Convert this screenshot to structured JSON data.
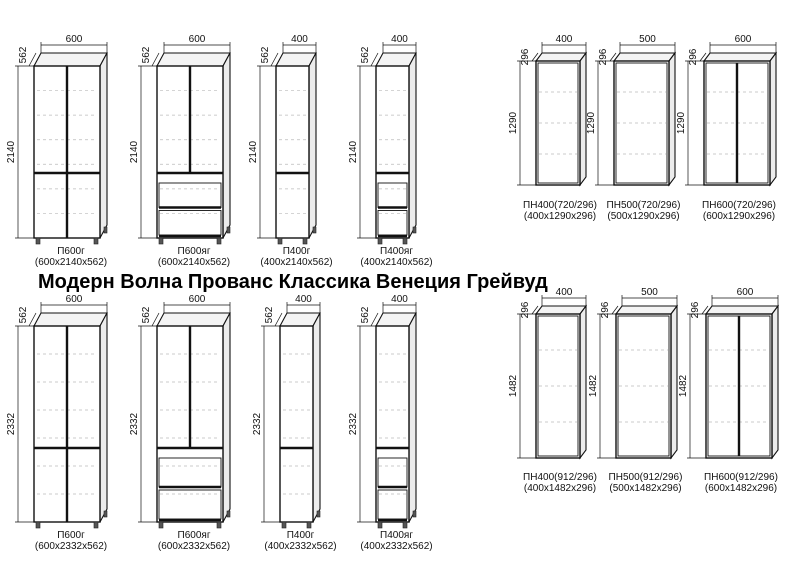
{
  "title": "Модерн Волна Прованс Классика Венеция Грейвуд",
  "tall_cabinets": [
    {
      "id": "p600g-2140",
      "name": "П600г",
      "size": "(600x2140x562)",
      "width": "600",
      "depth": "562",
      "height": "2140",
      "drawers": 0
    },
    {
      "id": "p600yag-2140",
      "name": "П600яг",
      "size": "(600x2140x562)",
      "width": "600",
      "depth": "562",
      "height": "2140",
      "drawers": 2
    },
    {
      "id": "p400g-2140",
      "name": "П400г",
      "size": "(400x2140x562)",
      "width": "400",
      "depth": "562",
      "height": "2140",
      "drawers": 0
    },
    {
      "id": "p400yag-2140",
      "name": "П400яг",
      "size": "(400x2140x562)",
      "width": "400",
      "depth": "562",
      "height": "2140",
      "drawers": 2
    },
    {
      "id": "p600g-2332",
      "name": "П600г",
      "size": "(600x2332x562)",
      "width": "600",
      "depth": "562",
      "height": "2332",
      "drawers": 0
    },
    {
      "id": "p600yag-2332",
      "name": "П600яг",
      "size": "(600x2332x562)",
      "width": "600",
      "depth": "562",
      "height": "2332",
      "drawers": 2
    },
    {
      "id": "p400g-2332",
      "name": "П400г",
      "size": "(400x2332x562)",
      "width": "400",
      "depth": "562",
      "height": "2332",
      "drawers": 0
    },
    {
      "id": "p400yag-2332",
      "name": "П400яг",
      "size": "(400x2332x562)",
      "width": "400",
      "depth": "562",
      "height": "2332",
      "drawers": 2
    }
  ],
  "wall_cabinets": [
    {
      "id": "pn400-720",
      "name": "ПН400(720/296)",
      "size": "(400x1290x296)",
      "width": "400",
      "depth": "296",
      "height": "1290",
      "doors": 1
    },
    {
      "id": "pn500-720",
      "name": "ПН500(720/296)",
      "size": "(500x1290x296)",
      "width": "500",
      "depth": "296",
      "height": "1290",
      "doors": 1
    },
    {
      "id": "pn600-720",
      "name": "ПН600(720/296)",
      "size": "(600x1290x296)",
      "width": "600",
      "depth": "296",
      "height": "1290",
      "doors": 2
    },
    {
      "id": "pn400-912",
      "name": "ПН400(912/296)",
      "size": "(400x1482x296)",
      "width": "400",
      "depth": "296",
      "height": "1482",
      "doors": 1
    },
    {
      "id": "pn500-912",
      "name": "ПН500(912/296)",
      "size": "(500x1482x296)",
      "width": "500",
      "depth": "296",
      "height": "1482",
      "doors": 1
    },
    {
      "id": "pn600-912",
      "name": "ПН600(912/296)",
      "size": "(600x1482x296)",
      "width": "600",
      "depth": "296",
      "height": "1482",
      "doors": 2
    }
  ]
}
